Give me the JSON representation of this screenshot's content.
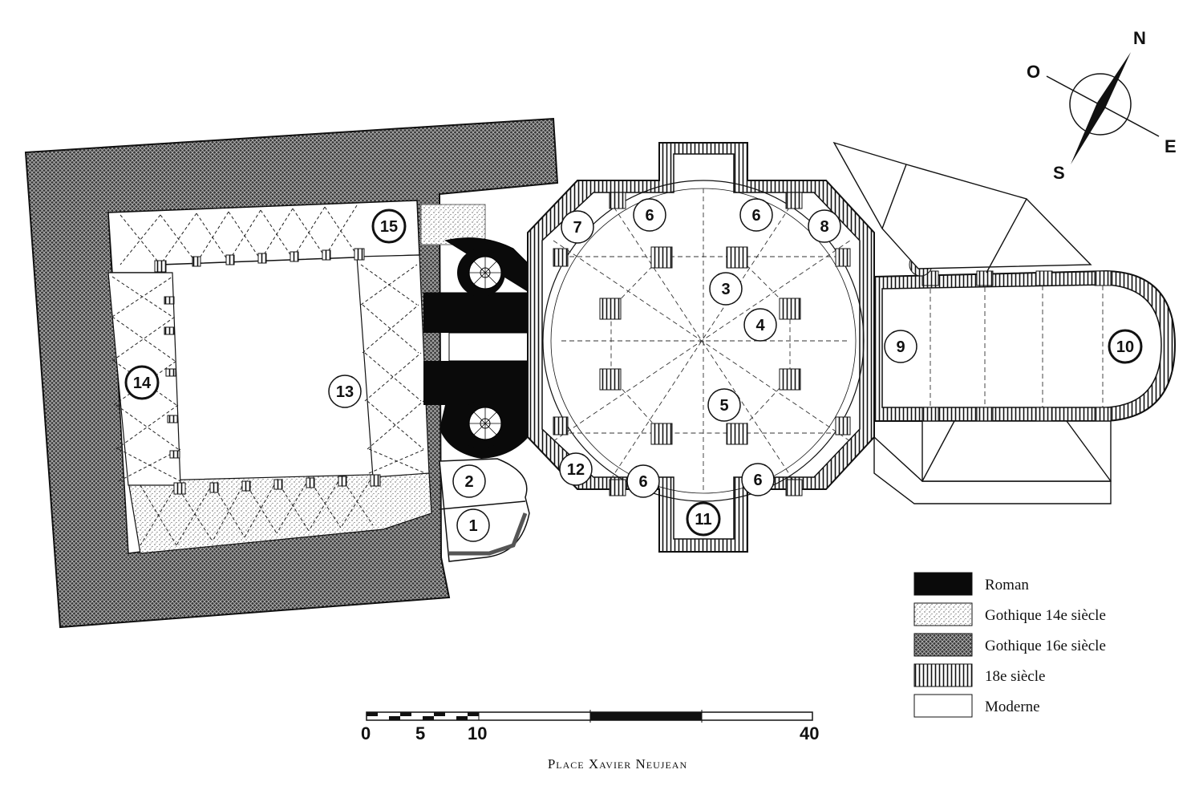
{
  "plan": {
    "room_numbers": [
      "1",
      "2",
      "3",
      "4",
      "5",
      "6",
      "6",
      "6",
      "6",
      "7",
      "8",
      "9",
      "10",
      "11",
      "12",
      "13",
      "14",
      "15"
    ],
    "place_name": "Place Xavier Neujean"
  },
  "compass": {
    "n": "N",
    "s": "S",
    "e": "E",
    "o": "O"
  },
  "scale": {
    "labels": [
      "0",
      "5",
      "10",
      "40"
    ]
  },
  "legend": [
    {
      "label": "Roman",
      "pattern": "solid-black"
    },
    {
      "label": "Gothique 14e siècle",
      "pattern": "light-stipple"
    },
    {
      "label": "Gothique 16e siècle",
      "pattern": "dense-crosshatch"
    },
    {
      "label": "18e siècle",
      "pattern": "vertical-hatch"
    },
    {
      "label": "Moderne",
      "pattern": "white"
    }
  ],
  "colors": {
    "ink": "#111111",
    "paper": "#ffffff"
  }
}
